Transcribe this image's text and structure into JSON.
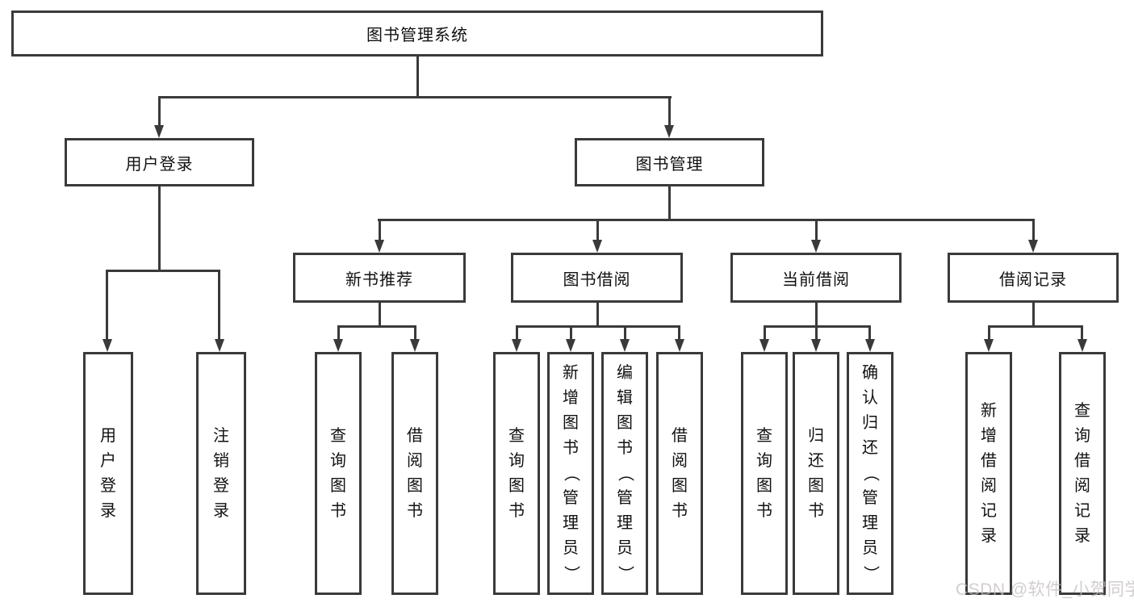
{
  "diagram": {
    "nodes": {
      "root": "图书管理系统",
      "user_login": "用户登录",
      "book_mgmt": "图书管理",
      "new_book_rec": "新书推荐",
      "book_borrow": "图书借阅",
      "current_borrow": "当前借阅",
      "borrow_record": "借阅记录",
      "leaf_user_login": "用户登录",
      "leaf_logout": "注销登录",
      "leaf_nb_query": "查询图书",
      "leaf_nb_borrow": "借阅图书",
      "leaf_bb_query": "查询图书",
      "leaf_bb_add": "新增图书（管理员）",
      "leaf_bb_edit": "编辑图书（管理员）",
      "leaf_bb_borrow": "借阅图书",
      "leaf_cb_query": "查询图书",
      "leaf_cb_return": "归还图书",
      "leaf_cb_confirm": "确认归还（管理员）",
      "leaf_br_add": "新增借阅记录",
      "leaf_br_query": "查询借阅记录"
    },
    "colors": {
      "line": "#3a3a3a",
      "box_background": "#ffffff",
      "text": "#111111"
    }
  },
  "watermark": {
    "text": "CSDN @软件_小贺同学",
    "color": "#c3bdbe"
  }
}
